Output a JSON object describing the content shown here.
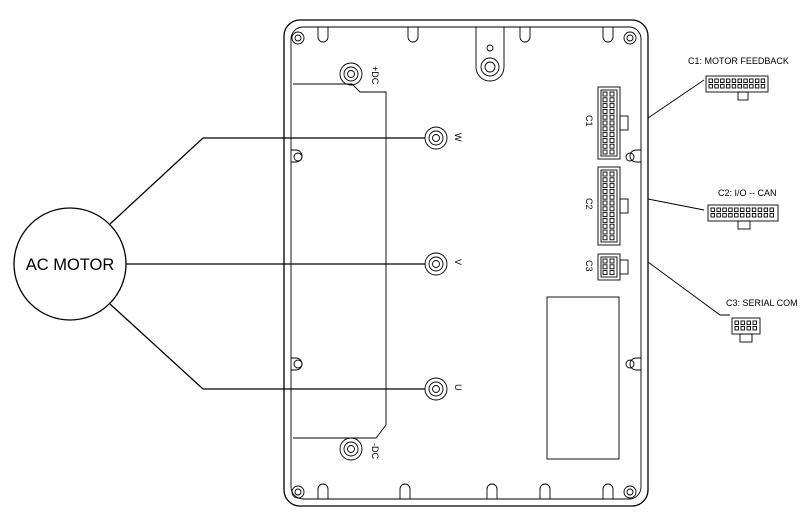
{
  "motor": {
    "label": "AC MOTOR"
  },
  "terminals": {
    "pos_dc": "+DC",
    "neg_dc": "-DC",
    "w": "W",
    "v": "V",
    "u": "U"
  },
  "connectors": {
    "c1": {
      "tag": "C1",
      "callout": "C1: MOTOR FEEDBACK"
    },
    "c2": {
      "tag": "C2",
      "callout": "C2: I/O -- CAN"
    },
    "c3": {
      "tag": "C3",
      "callout": "C3: SERIAL COM"
    }
  }
}
